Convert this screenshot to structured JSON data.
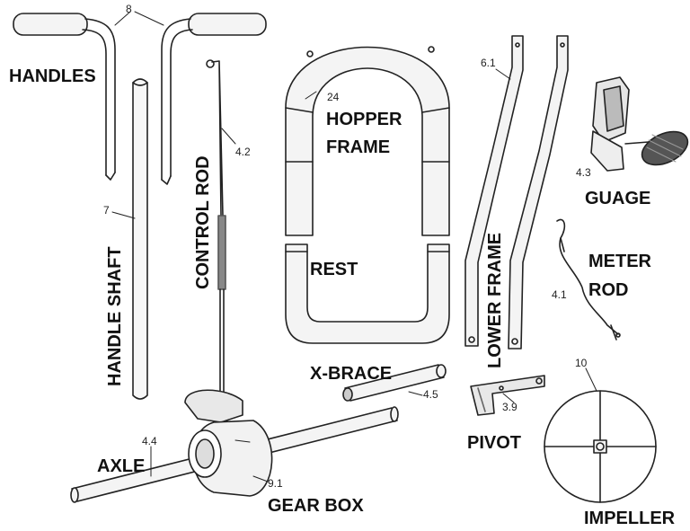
{
  "colors": {
    "line": "#222222",
    "fill": "#f4f4f4",
    "dark": "#444444",
    "text": "#111111"
  },
  "labels": {
    "handles": "HANDLES",
    "handle_shaft": "HANDLE SHAFT",
    "control_rod": "CONTROL ROD",
    "hopper_frame_1": "HOPPER",
    "hopper_frame_2": "FRAME",
    "rest": "REST",
    "lower_frame": "LOWER FRAME",
    "guage": "GUAGE",
    "meter_rod_1": "METER",
    "meter_rod_2": "ROD",
    "x_brace": "X-BRACE",
    "pivot": "PIVOT",
    "axle": "AXLE",
    "gear_box": "GEAR BOX",
    "impeller": "IMPELLER"
  },
  "part_numbers": {
    "handles": "8",
    "handle_shaft": "7",
    "control_rod": "4.2",
    "hopper_frame": "24",
    "lower_frame": "6.1",
    "guage": "4.3",
    "meter_rod": "4.1",
    "x_brace": "4.5",
    "pivot": "3.9",
    "axle": "4.4",
    "gear_box": "9.1",
    "impeller": "10"
  }
}
